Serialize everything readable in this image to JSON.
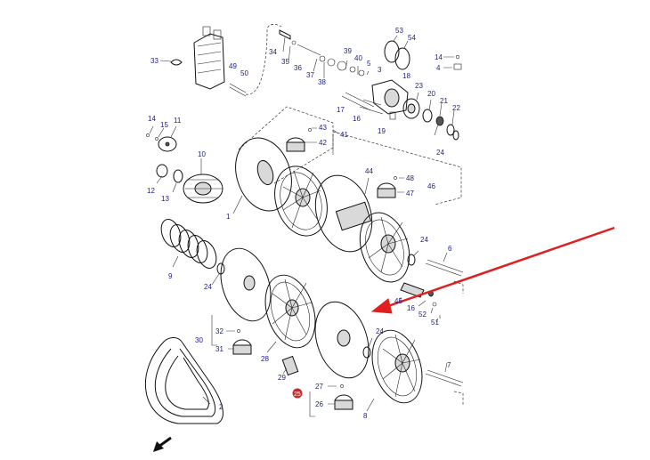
{
  "labels": {
    "l53": "53",
    "l54": "54",
    "l14a": "14",
    "l4": "4",
    "l33": "33",
    "l34": "34",
    "l35": "35",
    "l36": "36",
    "l37": "37",
    "l38": "38",
    "l39": "39",
    "l40": "40",
    "l5": "5",
    "l3": "3",
    "l49": "49",
    "l50": "50",
    "l18": "18",
    "l23": "23",
    "l20": "20",
    "l21": "21",
    "l22": "22",
    "l17": "17",
    "l16a": "16",
    "l19": "19",
    "l24a": "24",
    "l14b": "14",
    "l15": "15",
    "l11": "11",
    "l43": "43",
    "l42": "42",
    "l41": "41",
    "l10": "10",
    "l12": "12",
    "l13": "13",
    "l1": "1",
    "l44": "44",
    "l48": "48",
    "l47": "47",
    "l46": "46",
    "l24b": "24",
    "l6": "6",
    "l9": "9",
    "l24c": "24",
    "l45": "45",
    "l16b": "16",
    "l52": "52",
    "l51": "51",
    "l32": "32",
    "l30": "30",
    "l31": "31",
    "l28": "28",
    "l29": "29",
    "l24d": "24",
    "l7": "7",
    "l27": "27",
    "l25": "25",
    "l26": "26",
    "l8": "8",
    "l2": "2"
  },
  "highlight_color": "#e02020",
  "label_color": "#1b1b8f",
  "icons": {
    "corner_arrow": "arrow-down-left-icon"
  }
}
